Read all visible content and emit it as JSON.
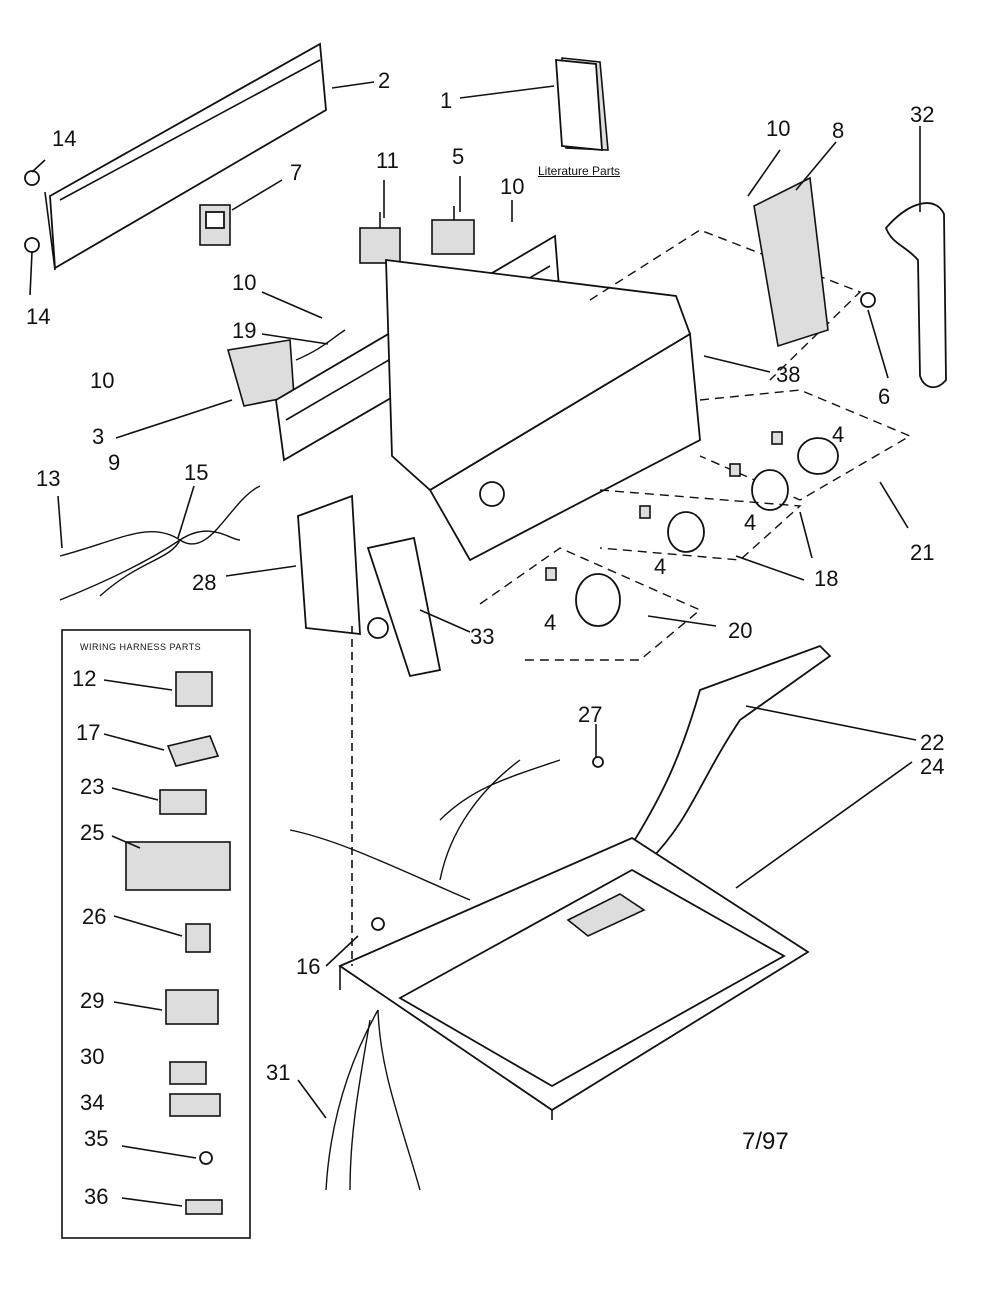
{
  "labels": {
    "p1": "1",
    "p2": "2",
    "p3": "3",
    "p4a": "4",
    "p4b": "4",
    "p4c": "4",
    "p4d": "4",
    "p5": "5",
    "p6": "6",
    "p7": "7",
    "p8": "8",
    "p9": "9",
    "p10a": "10",
    "p10b": "10",
    "p10c": "10",
    "p10d": "10",
    "p11": "11",
    "p12": "12",
    "p13": "13",
    "p14a": "14",
    "p14b": "14",
    "p15": "15",
    "p16": "16",
    "p17": "17",
    "p18": "18",
    "p19": "19",
    "p20": "20",
    "p21": "21",
    "p22": "22",
    "p23": "23",
    "p24": "24",
    "p25": "25",
    "p26": "26",
    "p27": "27",
    "p28": "28",
    "p29": "29",
    "p30": "30",
    "p31": "31",
    "p32": "32",
    "p33": "33",
    "p34": "34",
    "p35": "35",
    "p36": "36",
    "p38": "38"
  },
  "literature_parts_label": "Literature Parts",
  "wiring_harness_title": "WIRING HARNESS PARTS",
  "date_code": "7/97"
}
